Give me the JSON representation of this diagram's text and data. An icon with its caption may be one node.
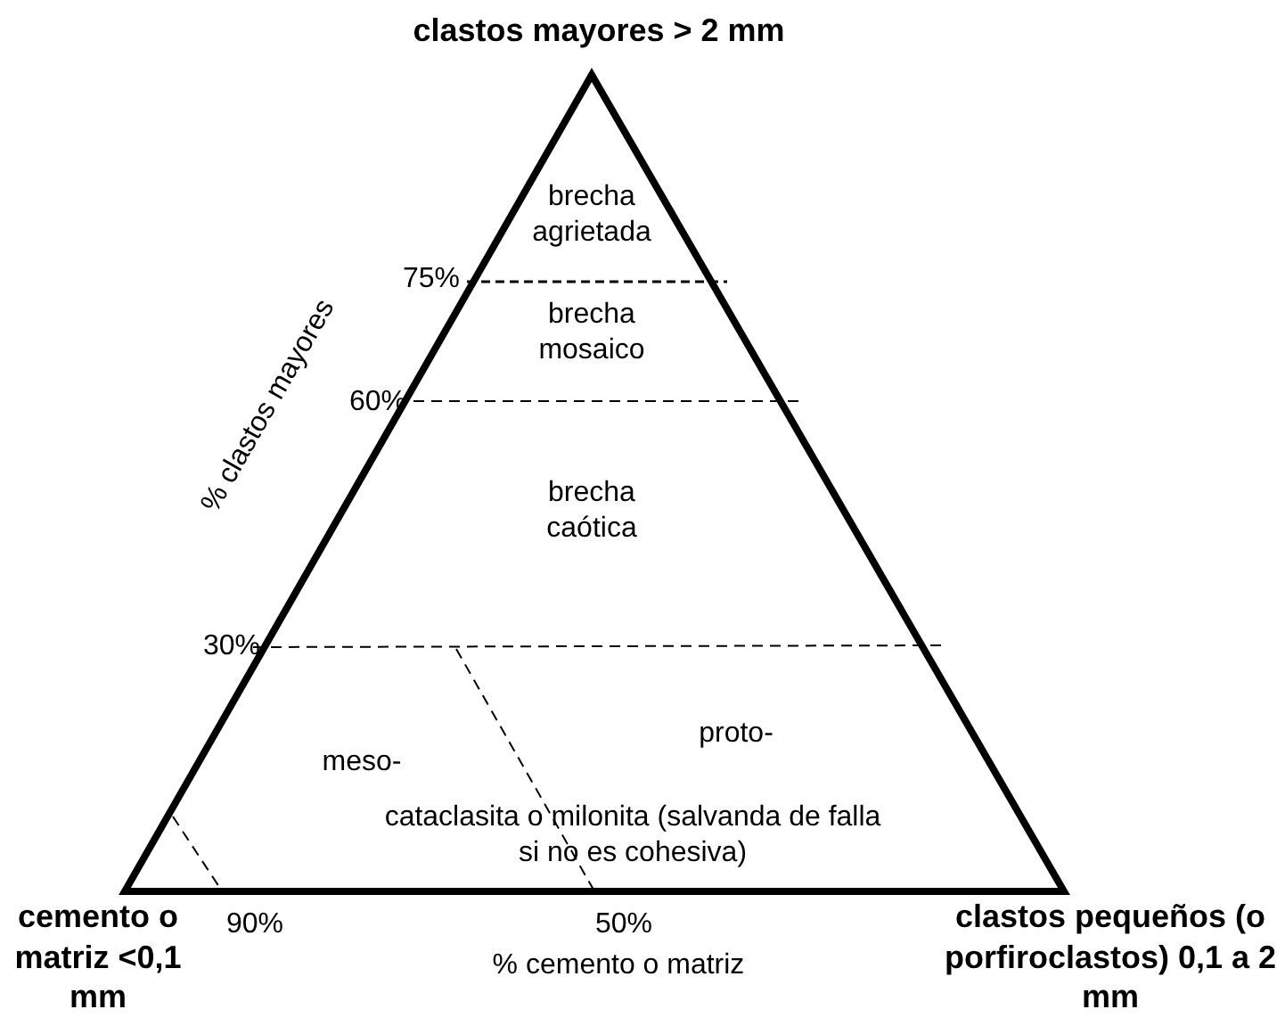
{
  "diagram": {
    "labels": [
      "clastos mayores > 2 mm",
      "brecha agrietada",
      "75%",
      "% clastos mayores",
      "brecha mosaico",
      "60%",
      "brecha caótica",
      "30%",
      "proto-",
      "meso-",
      "cataclasita o milonita (salvanda de falla si no es cohesiva)",
      "cemento o matriz <0,1 mm",
      "90%",
      "50%",
      "% cemento o matriz",
      "clastos pequeños (o porfiroclastos) 0,1 a 2 mm"
    ]
  }
}
